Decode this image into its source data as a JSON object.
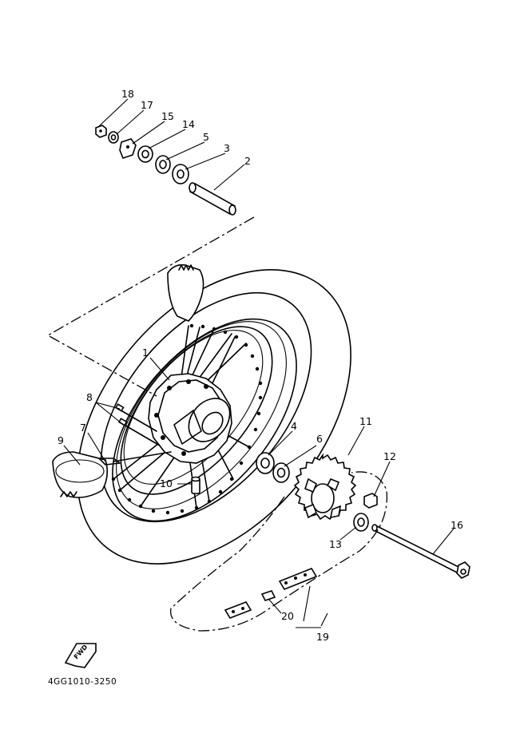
{
  "diagram_code": "4GG1010-3250",
  "fwd_label": "FWD",
  "callouts": [
    {
      "id": "c1",
      "label": "1"
    },
    {
      "id": "c2",
      "label": "2"
    },
    {
      "id": "c3",
      "label": "3"
    },
    {
      "id": "c4",
      "label": "4"
    },
    {
      "id": "c5",
      "label": "5"
    },
    {
      "id": "c6",
      "label": "6"
    },
    {
      "id": "c7",
      "label": "7"
    },
    {
      "id": "c8",
      "label": "8"
    },
    {
      "id": "c9",
      "label": "9"
    },
    {
      "id": "c10",
      "label": "10"
    },
    {
      "id": "c11",
      "label": "11"
    },
    {
      "id": "c12",
      "label": "12"
    },
    {
      "id": "c13",
      "label": "13"
    },
    {
      "id": "c14",
      "label": "14"
    },
    {
      "id": "c15",
      "label": "15"
    },
    {
      "id": "c16",
      "label": "16"
    },
    {
      "id": "c17",
      "label": "17"
    },
    {
      "id": "c18",
      "label": "18"
    },
    {
      "id": "c19",
      "label": "19"
    },
    {
      "id": "c20",
      "label": "20"
    }
  ]
}
